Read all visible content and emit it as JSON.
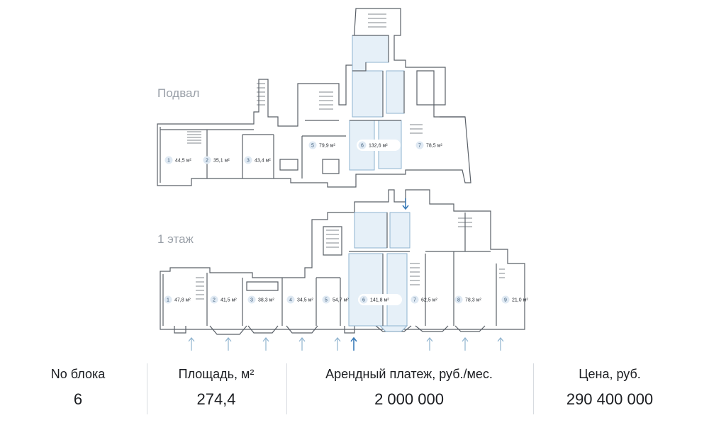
{
  "floors": {
    "basement_label": "Подвал",
    "ground_label": "1 этаж"
  },
  "basement_units": [
    {
      "num": "1",
      "area": "44,5 м²",
      "selected": false
    },
    {
      "num": "2",
      "area": "35,1 м²",
      "selected": false
    },
    {
      "num": "3",
      "area": "43,4 м²",
      "selected": false
    },
    {
      "num": "5",
      "area": "79,9 м²",
      "selected": false
    },
    {
      "num": "6",
      "area": "132,6 м²",
      "selected": true
    },
    {
      "num": "7",
      "area": "78,5 м²",
      "selected": false
    }
  ],
  "ground_units": [
    {
      "num": "1",
      "area": "47,8 м²",
      "selected": false
    },
    {
      "num": "2",
      "area": "41,5 м²",
      "selected": false
    },
    {
      "num": "3",
      "area": "38,3 м²",
      "selected": false
    },
    {
      "num": "4",
      "area": "34,5 м²",
      "selected": false
    },
    {
      "num": "5",
      "area": "54,7 м²",
      "selected": false
    },
    {
      "num": "6",
      "area": "141,8 м²",
      "selected": true
    },
    {
      "num": "7",
      "area": "62,5 м²",
      "selected": false
    },
    {
      "num": "8",
      "area": "78,3 м²",
      "selected": false
    },
    {
      "num": "9",
      "area": "21,0 м²",
      "selected": false
    }
  ],
  "stats": {
    "block_label": "No блока",
    "block_value": "6",
    "area_label": "Площадь, м²",
    "area_value": "274,4",
    "rent_label": "Арендный платеж, руб./мес.",
    "rent_value": "2 000 000",
    "price_label": "Цена, руб.",
    "price_value": "290 400 000"
  },
  "colors": {
    "wall": "#5a6068",
    "highlight": "#e6f0f8",
    "highlight_stroke": "#8fb3cf",
    "badge": "#dfe9f3",
    "arrow": "#8fb3cf",
    "arrow_active": "#3a7bb8"
  }
}
